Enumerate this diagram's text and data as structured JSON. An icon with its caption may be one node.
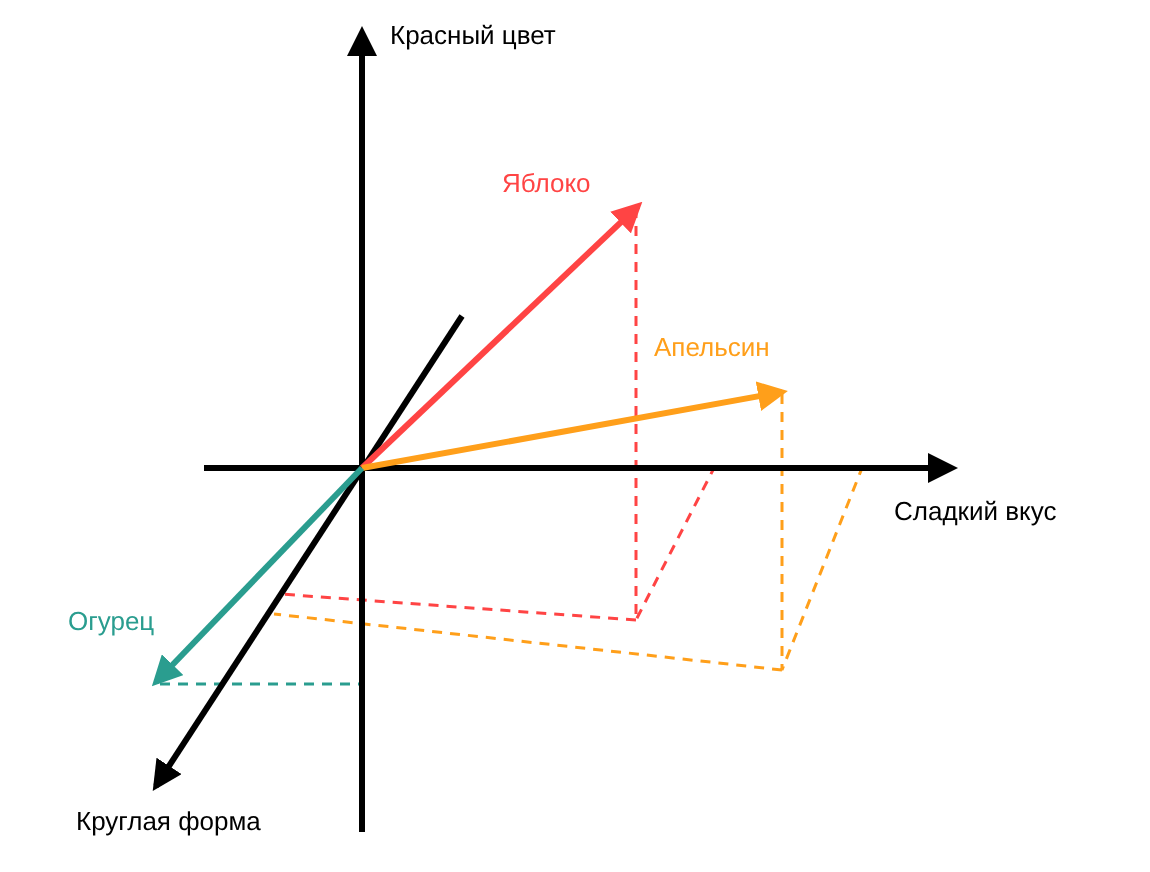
{
  "diagram": {
    "labels": [
      "Красный цвет",
      "Яблоко",
      "Апельсин",
      "Сладкий вкус",
      "Огурец",
      "Круглая форма"
    ]
  }
}
